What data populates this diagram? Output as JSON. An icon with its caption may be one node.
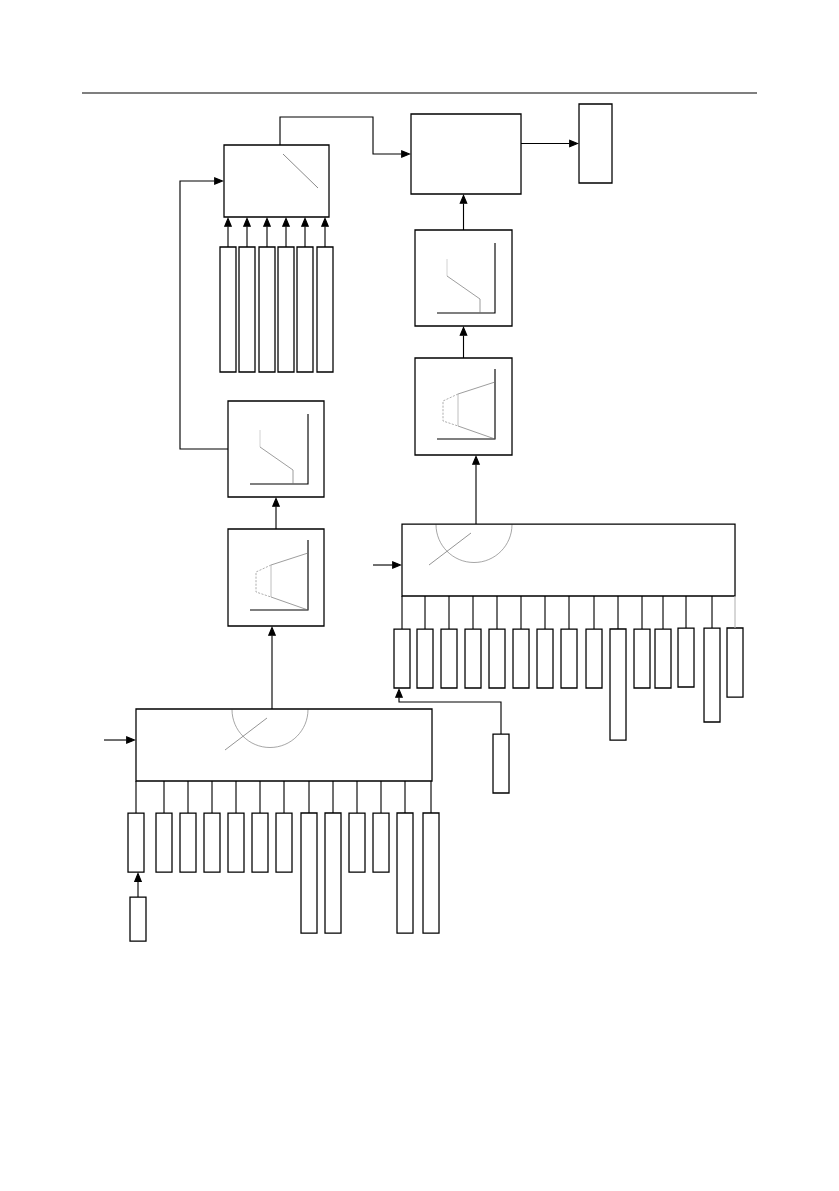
{
  "diagram": {
    "nodes": [
      {
        "text": [],
        "shape": "box"
      },
      {
        "text": [],
        "shape": "box"
      },
      {
        "text": [],
        "shape": "box"
      },
      {
        "text": [],
        "shape": "box"
      },
      {
        "text": [],
        "shape": "box"
      },
      {
        "text": [],
        "shape": "box"
      },
      {
        "text": [],
        "shape": "box"
      },
      {
        "text": [],
        "shape": "box"
      },
      {
        "text": [],
        "shape": "box"
      },
      {
        "text": [],
        "shape": "box"
      },
      {
        "text": [],
        "shape": "box"
      },
      {
        "text": [],
        "shape": "box"
      },
      {
        "text": [],
        "shape": "box"
      },
      {
        "text": [],
        "shape": "box"
      },
      {
        "text": [],
        "shape": "box"
      },
      {
        "text": [],
        "shape": "box"
      },
      {
        "text": [],
        "shape": "box"
      },
      {
        "text": [],
        "shape": "box"
      },
      {
        "text": [],
        "shape": "box"
      },
      {
        "text": [],
        "shape": "box"
      },
      {
        "text": [],
        "shape": "box"
      },
      {
        "text": [],
        "shape": "box"
      },
      {
        "text": [],
        "shape": "box"
      },
      {
        "text": [],
        "shape": "box"
      },
      {
        "text": [],
        "shape": "box"
      },
      {
        "text": [],
        "shape": "box"
      },
      {
        "text": [],
        "shape": "box"
      },
      {
        "text": [],
        "shape": "box"
      },
      {
        "text": [],
        "shape": "box"
      },
      {
        "text": [],
        "shape": "box"
      },
      {
        "text": [],
        "shape": "box"
      },
      {
        "text": [],
        "shape": "box"
      },
      {
        "text": [],
        "shape": "box"
      },
      {
        "text": [],
        "shape": "box"
      },
      {
        "text": [],
        "shape": "box"
      },
      {
        "text": [],
        "shape": "box"
      },
      {
        "text": [],
        "shape": "box"
      },
      {
        "text": [],
        "shape": "box"
      },
      {
        "text": [],
        "shape": "box"
      },
      {
        "text": [],
        "shape": "box"
      },
      {
        "text": [],
        "shape": "box"
      },
      {
        "text": [],
        "shape": "box"
      },
      {
        "text": [],
        "shape": "box"
      },
      {
        "text": [],
        "shape": "box"
      },
      {
        "text": [],
        "shape": "box"
      }
    ],
    "edges": [
      {
        "from": 0,
        "to": 1,
        "arrow": "to"
      },
      {
        "from": 1,
        "to": 2,
        "arrow": "to"
      },
      {
        "from": 3,
        "to": 0,
        "arrow": "to"
      },
      {
        "from": 4,
        "to": 0,
        "arrow": "to"
      },
      {
        "from": 5,
        "to": 0,
        "arrow": "to"
      },
      {
        "from": 6,
        "to": 0,
        "arrow": "to"
      },
      {
        "from": 7,
        "to": 0,
        "arrow": "to"
      },
      {
        "from": 8,
        "to": 0,
        "arrow": "to"
      },
      {
        "from": 11,
        "to": 0,
        "arrow": "to"
      },
      {
        "from": 9,
        "to": 1,
        "arrow": "to"
      },
      {
        "from": 10,
        "to": 9,
        "arrow": "to"
      },
      {
        "from": 12,
        "to": 10,
        "arrow": "to"
      },
      {
        "from": 13,
        "to": 11,
        "arrow": "to"
      },
      {
        "from": 29,
        "to": 13,
        "arrow": "to"
      },
      {
        "from": null,
        "to": 29,
        "arrow": "to"
      },
      {
        "from": null,
        "to": 12,
        "arrow": "to"
      },
      {
        "from": 12,
        "to": 14,
        "arrow": "none"
      },
      {
        "from": 12,
        "to": 15,
        "arrow": "none"
      },
      {
        "from": 12,
        "to": 16,
        "arrow": "none"
      },
      {
        "from": 12,
        "to": 17,
        "arrow": "none"
      },
      {
        "from": 12,
        "to": 18,
        "arrow": "none"
      },
      {
        "from": 12,
        "to": 19,
        "arrow": "none"
      },
      {
        "from": 12,
        "to": 20,
        "arrow": "none"
      },
      {
        "from": 12,
        "to": 21,
        "arrow": "none"
      },
      {
        "from": 12,
        "to": 22,
        "arrow": "none"
      },
      {
        "from": 12,
        "to": 23,
        "arrow": "none"
      },
      {
        "from": 12,
        "to": 24,
        "arrow": "none"
      },
      {
        "from": 12,
        "to": 25,
        "arrow": "none"
      },
      {
        "from": 12,
        "to": 26,
        "arrow": "none"
      },
      {
        "from": 12,
        "to": 27,
        "arrow": "none"
      },
      {
        "from": 12,
        "to": 28,
        "arrow": "none",
        "color": "#b8b8b8"
      },
      {
        "from": 30,
        "to": 14,
        "arrow": "to"
      },
      {
        "from": 29,
        "to": 31,
        "arrow": "none"
      },
      {
        "from": 29,
        "to": 32,
        "arrow": "none"
      },
      {
        "from": 29,
        "to": 33,
        "arrow": "none"
      },
      {
        "from": 29,
        "to": 34,
        "arrow": "none"
      },
      {
        "from": 29,
        "to": 35,
        "arrow": "none"
      },
      {
        "from": 29,
        "to": 36,
        "arrow": "none"
      },
      {
        "from": 29,
        "to": 37,
        "arrow": "none"
      },
      {
        "from": 29,
        "to": 38,
        "arrow": "none"
      },
      {
        "from": 29,
        "to": 39,
        "arrow": "none"
      },
      {
        "from": 29,
        "to": 40,
        "arrow": "none"
      },
      {
        "from": 29,
        "to": 41,
        "arrow": "none"
      },
      {
        "from": 29,
        "to": 42,
        "arrow": "none"
      },
      {
        "from": 29,
        "to": 43,
        "arrow": "none"
      },
      {
        "from": 44,
        "to": 31,
        "arrow": "to"
      }
    ]
  }
}
